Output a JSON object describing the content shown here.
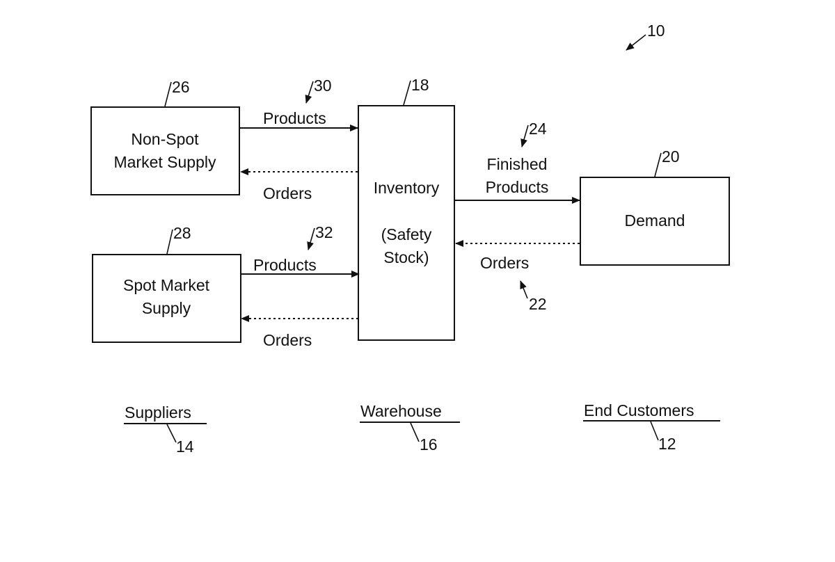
{
  "figure_ref": "10",
  "blocks": {
    "non_spot": {
      "ref": "26",
      "lines": [
        "Non-Spot",
        "Market Supply"
      ]
    },
    "spot": {
      "ref": "28",
      "lines": [
        "Spot Market",
        "Supply"
      ]
    },
    "inventory": {
      "ref": "18",
      "lines": [
        "Inventory",
        "(Safety",
        "Stock)"
      ]
    },
    "demand": {
      "ref": "20",
      "lines": [
        "Demand"
      ]
    }
  },
  "flows": {
    "products_top": {
      "ref": "30",
      "label": "Products"
    },
    "orders_top": {
      "label": "Orders"
    },
    "products_bottom": {
      "ref": "32",
      "label": "Products"
    },
    "orders_bottom": {
      "label": "Orders"
    },
    "finished_products": {
      "ref": "24",
      "lines": [
        "Finished",
        "Products"
      ]
    },
    "orders_demand": {
      "ref": "22",
      "label": "Orders"
    }
  },
  "groups": {
    "suppliers": {
      "label": "Suppliers",
      "ref": "14"
    },
    "warehouse": {
      "label": "Warehouse",
      "ref": "16"
    },
    "end_customers": {
      "label": "End Customers",
      "ref": "12"
    }
  }
}
